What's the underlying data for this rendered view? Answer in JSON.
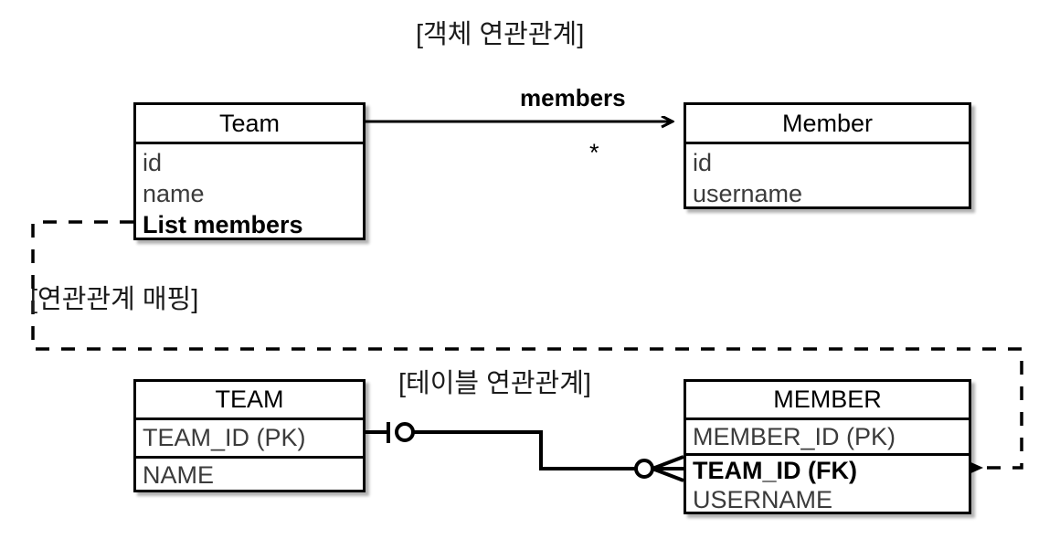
{
  "diagram": {
    "titles": {
      "object_relation": "[객체 연관관계]",
      "relation_mapping": "[연관관계 매핑]",
      "table_relation": "[테이블 연관관계]"
    },
    "object_model": {
      "team_class": {
        "name": "Team",
        "fields": [
          {
            "label": "id",
            "bold": false
          },
          {
            "label": "name",
            "bold": false
          },
          {
            "label": "List members",
            "bold": true
          }
        ]
      },
      "member_class": {
        "name": "Member",
        "fields": [
          {
            "label": "id",
            "bold": false
          },
          {
            "label": "username",
            "bold": false
          }
        ]
      },
      "association": {
        "label": "members",
        "multiplicity": "*"
      }
    },
    "table_model": {
      "team_table": {
        "name": "TEAM",
        "columns": [
          {
            "label": "TEAM_ID (PK)",
            "bold": false
          },
          {
            "label": "NAME",
            "bold": false
          }
        ]
      },
      "member_table": {
        "name": "MEMBER",
        "columns": [
          {
            "label": "MEMBER_ID (PK)",
            "bold": false
          },
          {
            "label": "TEAM_ID (FK)",
            "bold": true
          },
          {
            "label": "USERNAME",
            "bold": false
          }
        ]
      },
      "relationship": {
        "team_side_notation": "one-and-only-one",
        "member_side_notation": "zero-or-many"
      }
    },
    "colors": {
      "stroke": "#000000",
      "text_primary": "#1a1a1a",
      "text_secondary": "#3b3b3b",
      "background": "#ffffff"
    }
  }
}
